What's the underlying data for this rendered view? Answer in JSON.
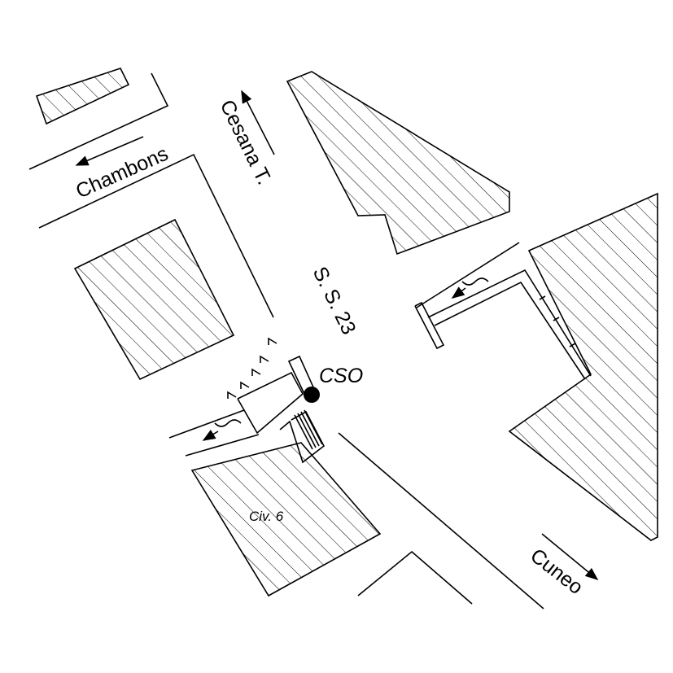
{
  "map": {
    "labels": {
      "chambons": "Chambons",
      "cesana": "Cesana T.",
      "road": "S. S. 23",
      "cso": "CSO",
      "civ": "Civ. 6",
      "cuneo": "Cuneo"
    },
    "colors": {
      "ink": "#000000",
      "background": "#ffffff"
    },
    "icons": {
      "cso_marker": "filled-circle",
      "flow_symbol": "tilde-wave-arrow"
    }
  }
}
